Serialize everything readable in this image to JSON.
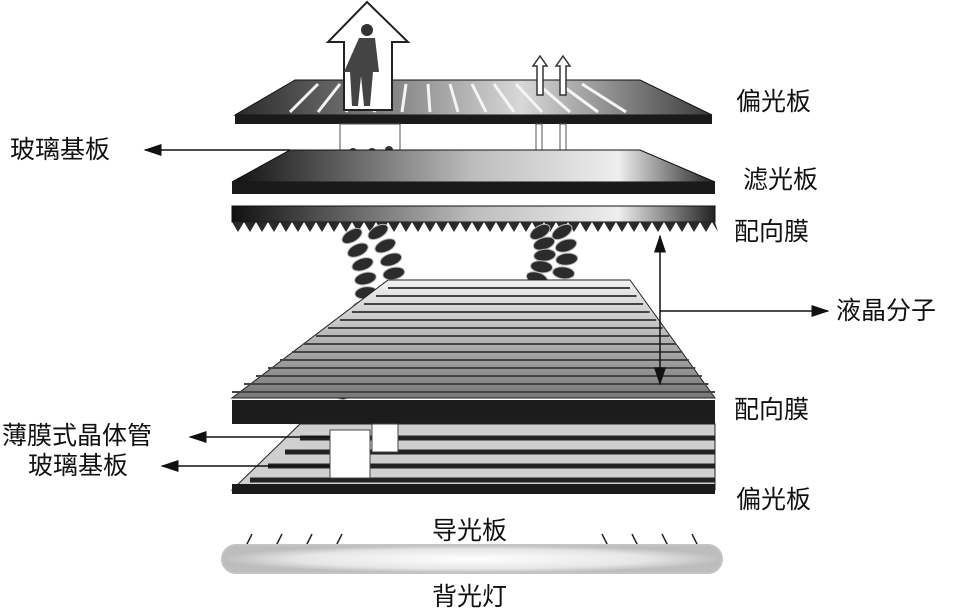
{
  "labels": {
    "polarizer_top": "偏光板",
    "glass_top": "玻璃基板",
    "color_filter": "滤光板",
    "alignment_top": "配向膜",
    "liquid_crystal": "液晶分子",
    "alignment_bottom": "配向膜",
    "tft": "薄膜式晶体管",
    "glass_bottom": "玻璃基板",
    "polarizer_bottom": "偏光板",
    "light_guide": "导光板",
    "backlight": "背光灯"
  },
  "colors": {
    "ink": "#111111",
    "plate_dark": "#1a1a1a",
    "plate_mid": "#6e6e6e",
    "plate_light": "#e0e0e0",
    "backlight_glow": "#d8d8d8"
  }
}
